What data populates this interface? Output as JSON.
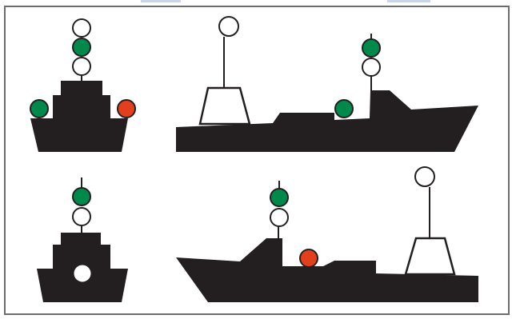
{
  "figure": {
    "panels": [
      {
        "id": "bow-view-top",
        "lights": [
          "white",
          "green",
          "white"
        ],
        "sidelights": [
          "green",
          "red"
        ]
      },
      {
        "id": "side-view-top",
        "lights": [
          "white",
          "green",
          "white",
          "green"
        ]
      },
      {
        "id": "bow-view-bottom",
        "lights": [
          "green",
          "white",
          "white"
        ]
      },
      {
        "id": "side-view-bottom",
        "lights": [
          "green",
          "white",
          "red",
          "white"
        ]
      }
    ],
    "colors": {
      "hull": "#231f20",
      "green_light": "#00894a",
      "red_light": "#e2401c",
      "white_light": "#ffffff",
      "border": "#6d6d6d"
    }
  }
}
